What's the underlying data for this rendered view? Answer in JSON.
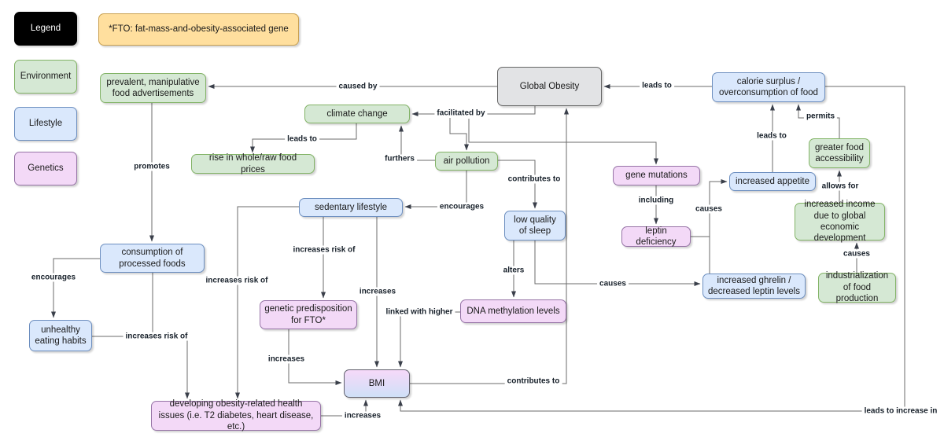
{
  "diagram": {
    "title_hint": "Concept map of causes and effects of Global Obesity",
    "colors": {
      "environment": "#d5e8d4",
      "lifestyle": "#dae8fc",
      "genetics": "#f3d9f7",
      "neutral_gray": "#e2e3e5",
      "note_orange": "#ffdf9e",
      "legend_black": "#000000",
      "edge_line": "#6b6b6b"
    },
    "legend": {
      "title": "Legend",
      "items": [
        "Environment",
        "Lifestyle",
        "Genetics"
      ]
    },
    "note": "*FTO: fat-mass-and-obesity-associated gene",
    "nodes": {
      "food_ads": "prevalent, manipulative food advertisements",
      "global_obesity": "Global Obesity",
      "calorie_surplus": "calorie surplus / overconsumption of food",
      "climate_change": "climate change",
      "rise_prices": "rise in whole/raw food prices",
      "air_pollution": "air pollution",
      "gene_mutations": "gene mutations",
      "increased_appetite": "increased appetite",
      "greater_food_access": "greater food accessibility",
      "sedentary_lifestyle": "sedentary lifestyle",
      "low_quality_sleep": "low quality of sleep",
      "leptin_deficiency": "leptin deficiency",
      "increased_income": "increased income due to global economic development",
      "processed_foods": "consumption of processed foods",
      "increased_ghrelin": "increased ghrelin / decreased leptin levels",
      "industrialization": "industrialization of food production",
      "genetic_predisposition": "genetic predisposition for FTO*",
      "dna_methylation": "DNA methylation levels",
      "unhealthy_habits": "unhealthy eating habits",
      "bmi": "BMI",
      "health_issues": "developing obesity-related health issues (i.e. T2 diabetes, heart disease, etc.)"
    },
    "edges": {
      "caused_by": "caused by",
      "leads_to_obesity": "leads to",
      "facilitated_by": "facilitated by",
      "leads_to_prices": "leads to",
      "furthers": "furthers",
      "encourages_sedentary": "encourages",
      "contributes_sleep": "contributes to",
      "promotes": "promotes",
      "encourages_habits": "encourages",
      "increases_risk_habits": "increases risk of",
      "increases_risk_sedentary": "increases risk of",
      "increases_risk_fto": "increases risk of",
      "increases_sed_bmi": "increases",
      "increases_gp_bmi": "increases",
      "increases_dev_bmi": "increases",
      "linked_with_higher": "linked with higher",
      "alters": "alters",
      "causes_ghrelin": "causes",
      "causes_appetite": "causes",
      "including": "including",
      "leads_to_surplus": "leads to",
      "permits": "permits",
      "allows_for": "allows for",
      "causes_income": "causes",
      "contributes_bmi": "contributes to",
      "leads_to_increase": "leads to increase in"
    }
  }
}
